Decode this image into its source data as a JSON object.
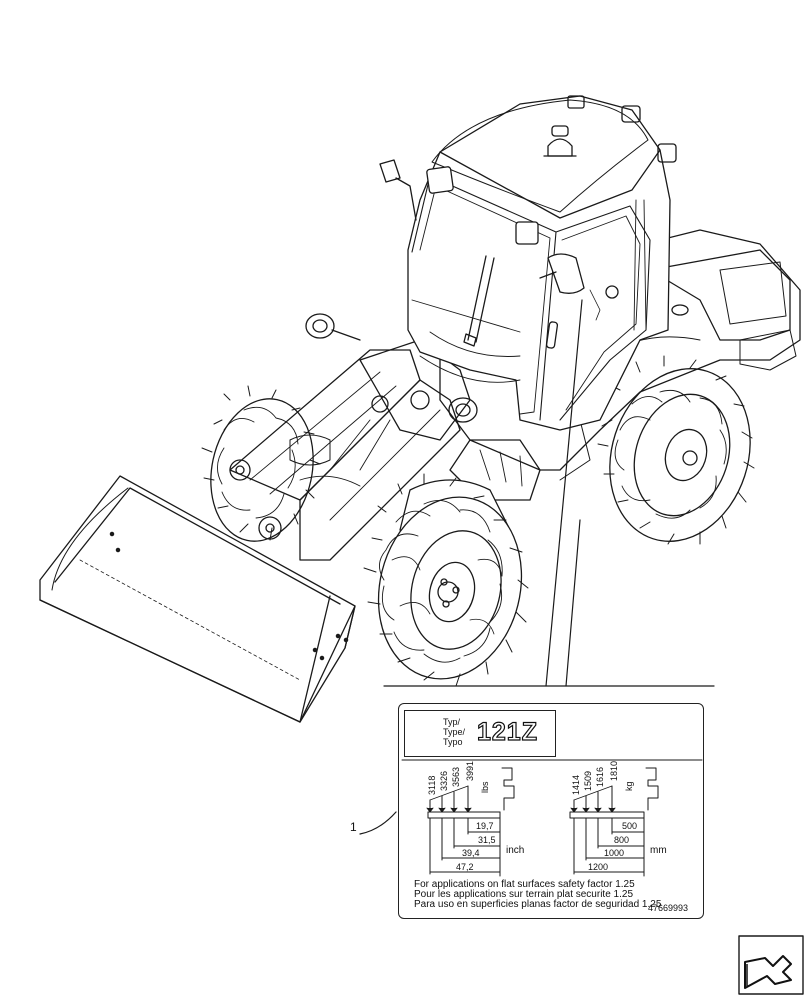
{
  "model": {
    "type_lines": [
      "Typ/",
      "Type/",
      "Typo"
    ],
    "code": "121Z"
  },
  "callout": {
    "number": "1"
  },
  "lbs_chart": {
    "loads": [
      "3118",
      "3326",
      "3563",
      "3991"
    ],
    "unit": "lbs",
    "distances": [
      "19,7",
      "31,5",
      "39,4",
      "47,2"
    ],
    "distance_unit": "inch"
  },
  "kg_chart": {
    "loads": [
      "1414",
      "1509",
      "1616",
      "1810"
    ],
    "unit": "kg",
    "distances": [
      "500",
      "800",
      "1000",
      "1200"
    ],
    "distance_unit": "mm"
  },
  "safety_text": [
    "For applications on flat surfaces safety factor 1.25",
    "Pour les applications sur terrain plat securite 1.25",
    "Para uso en superficies planas factor de seguridad 1.25"
  ],
  "part_number": "47669993",
  "icons": {
    "nav": "next-page-arrow-icon"
  }
}
